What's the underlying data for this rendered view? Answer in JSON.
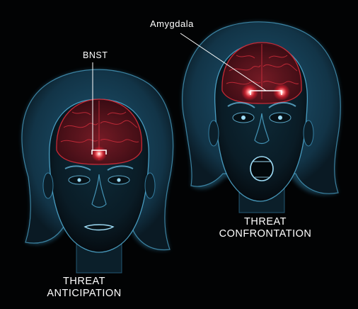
{
  "labels": {
    "amygdala": "Amygdala",
    "bnst": "BNST"
  },
  "captions": {
    "confrontation": {
      "line1": "THREAT",
      "line2": "CONFRONTATION"
    },
    "anticipation": {
      "line1": "THREAT",
      "line2": "ANTICIPATION"
    }
  },
  "colors": {
    "background": "#020304",
    "head_glow": "#4fb6e6",
    "brain": "#c0202c",
    "hotspot": "#ff5a5a",
    "pointer": "#ffffff"
  }
}
